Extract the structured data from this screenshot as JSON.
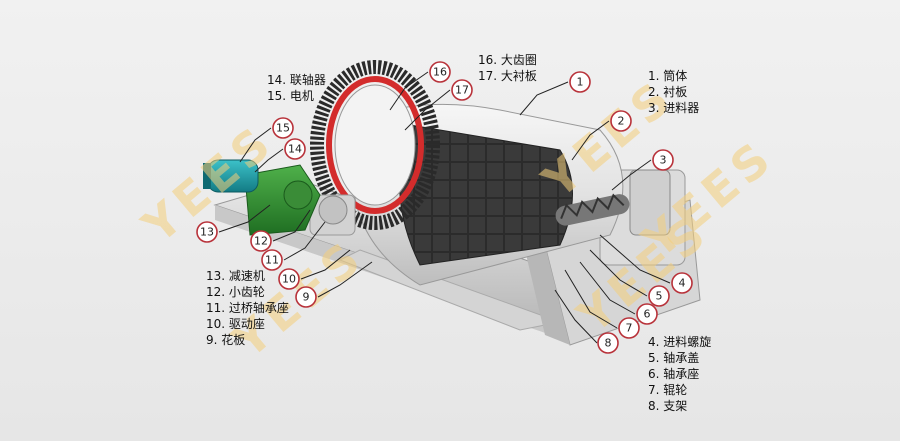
{
  "watermark": "YEES",
  "legend_top_left": [
    "14. 联轴器",
    "15. 电机"
  ],
  "legend_top_center": [
    "16. 大齿圈",
    "17. 大衬板"
  ],
  "legend_top_right": [
    "1. 筒体",
    "2. 衬板",
    "3. 进料器"
  ],
  "legend_bottom_left": [
    "13. 减速机",
    "12. 小齿轮",
    "11. 过桥轴承座",
    "10. 驱动座",
    "9. 花板"
  ],
  "legend_bottom_right": [
    "4. 进料螺旋",
    "5. 轴承盖",
    "6. 轴承座",
    "7. 辊轮",
    "8. 支架"
  ],
  "callouts": [
    "1",
    "2",
    "3",
    "4",
    "5",
    "6",
    "7",
    "8",
    "9",
    "10",
    "11",
    "12",
    "13",
    "14",
    "15",
    "16",
    "17"
  ]
}
